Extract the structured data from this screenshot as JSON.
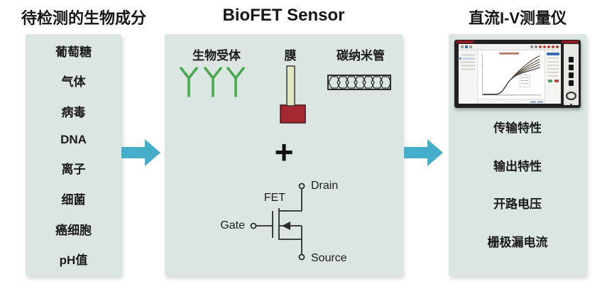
{
  "colors": {
    "background": "#ffffff",
    "panel": "#dbe6e3",
    "arrow": "#44aecb",
    "text": "#1b1b1b",
    "antibody-green": "#4aa94d",
    "membrane-fill": "#e1e6bf",
    "membrane-base": "#a4282f",
    "circuit": "#2b2b2b",
    "monitor-body": "#232120",
    "monitor-accent-red": "#8c1c22",
    "screen-blue": "#3a6fb5",
    "screen-red": "#c0453c"
  },
  "left_panel": {
    "title": "待检测的生物成分",
    "items": [
      "葡萄糖",
      "气体",
      "病毒",
      "DNA",
      "离子",
      "细菌",
      "癌细胞",
      "pH值"
    ]
  },
  "center_panel": {
    "title": "BioFET Sensor",
    "receptor_label": "生物受体",
    "membrane_label": "膜",
    "nanotube_label": "碳纳米管",
    "plus_label": "+",
    "fet": {
      "name": "FET",
      "gate": "Gate",
      "drain": "Drain",
      "source": "Source"
    }
  },
  "right_panel": {
    "title": "直流I-V测量仪",
    "items": [
      "传输特性",
      "输出特性",
      "开路电压",
      "栅极漏电流"
    ],
    "monitor_screen": {
      "type": "line",
      "description": "I-V transfer characteristic curves rising after threshold",
      "curve_count": 5,
      "curve_offsets": [
        6,
        10,
        13,
        16,
        19
      ],
      "curve_colors": [
        "#4a4038",
        "#5d5245",
        "#6e614f",
        "#555049",
        "#3f3a35"
      ],
      "port_count": 4
    }
  }
}
